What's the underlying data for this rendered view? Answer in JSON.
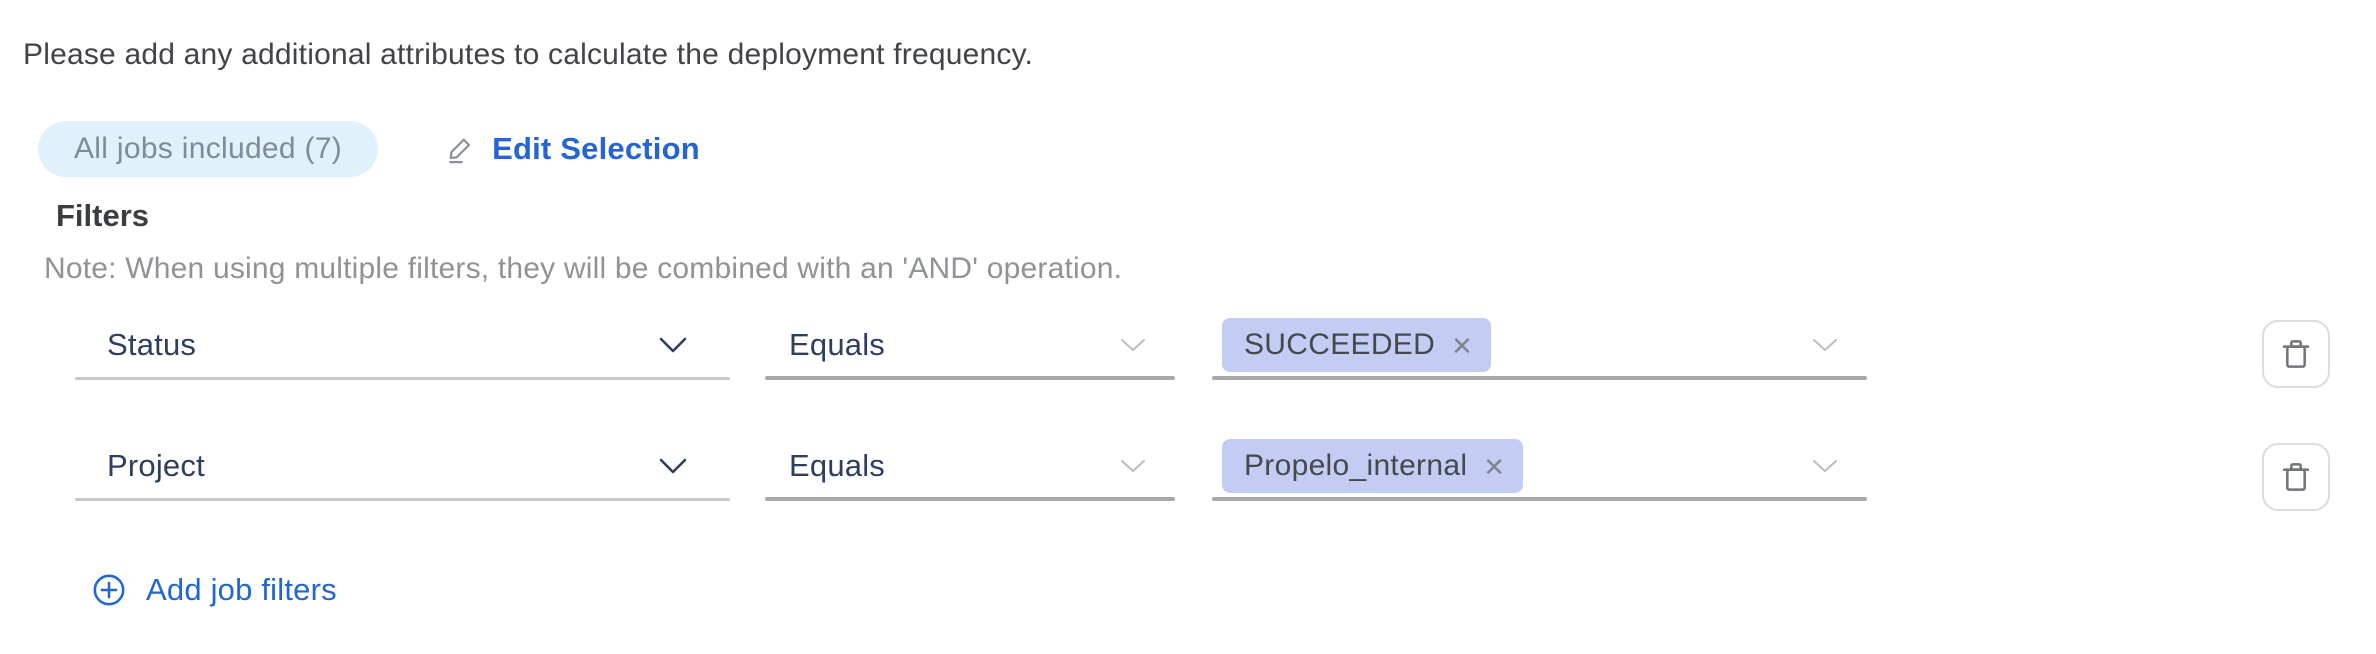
{
  "intro": {
    "text": "Please add any additional attributes to calculate the deployment frequency."
  },
  "jobs": {
    "pill_label": "All jobs included (7)",
    "edit_label": "Edit Selection"
  },
  "filters": {
    "heading": "Filters",
    "note": "Note: When using multiple filters, they will be combined with an 'AND' operation.",
    "rows": [
      {
        "attribute": "Status",
        "operator": "Equals",
        "values": [
          {
            "label": "SUCCEEDED",
            "remove_glyph": "✕"
          }
        ]
      },
      {
        "attribute": "Project",
        "operator": "Equals",
        "values": [
          {
            "label": "Propelo_internal",
            "remove_glyph": "✕"
          }
        ]
      }
    ],
    "add_label": "Add job filters"
  },
  "colors": {
    "pill_bg": "#e1f1fc",
    "pill_text": "#7e8b99",
    "link_blue": "#2563d7",
    "add_blue": "#2166d1",
    "select_text": "#2d3e5f",
    "tag_bg": "#c3cdf4",
    "tag_text": "#45484c",
    "note_gray": "#8f9296",
    "underline_light": "#c6c8ca",
    "underline_dark": "#a6a8aa"
  }
}
